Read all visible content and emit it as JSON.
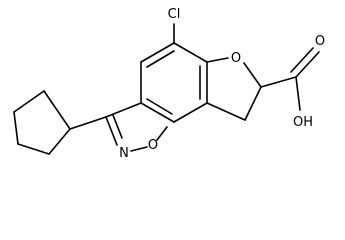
{
  "molecule": {
    "atoms": {
      "cl": "Cl",
      "o_furan": "O",
      "n_isoxazole": "N",
      "o_isoxazole": "O",
      "oh": "OH",
      "o_carbonyl": "O"
    },
    "bond_color": "#000000",
    "background": "#ffffff"
  }
}
